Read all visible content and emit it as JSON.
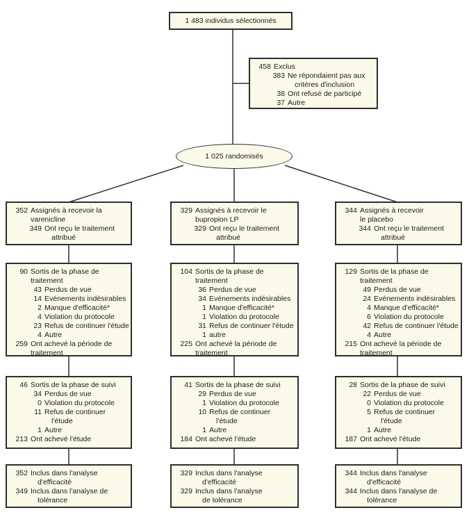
{
  "colors": {
    "box_bg": "#fbfae8",
    "box_border": "#2e2e2e",
    "connector": "#2e2e2e",
    "text": "#1b1b1b"
  },
  "screened_box": {
    "label": "1 483 individus sélectionnés"
  },
  "excluded_box": {
    "lines": [
      {
        "n": "458",
        "t": "Exclus",
        "lvl": 0
      },
      {
        "n": "383",
        "t": "Ne répondaient pas aux",
        "lvl": 1
      },
      {
        "t": "critères d'inclusion",
        "lvl": 1,
        "cont": true,
        "ind": true
      },
      {
        "n": "38",
        "t": "Ont refusé de participé",
        "lvl": 1
      },
      {
        "n": "37",
        "t": "Autre",
        "lvl": 1
      }
    ]
  },
  "randomized_ellipse": {
    "label": "1 025 randomisés"
  },
  "columns": [
    {
      "id": "varenicline",
      "assigned": {
        "lines": [
          {
            "n": "352",
            "t": "Assignés à recevoir la",
            "lvl": 0
          },
          {
            "t": "varenicline",
            "lvl": 0,
            "cont": true
          },
          {
            "n": "349",
            "t": "Ont reçu le traitement",
            "lvl": 1
          },
          {
            "t": "attribué",
            "lvl": 1,
            "cont": true,
            "ind": true
          }
        ]
      },
      "treatment": {
        "lines": [
          {
            "n": "90",
            "t": "Sortis de la phase de",
            "lvl": 0
          },
          {
            "t": "traitement",
            "lvl": 0,
            "cont": true
          },
          {
            "n": "43",
            "t": "Perdus de vue",
            "lvl": 1
          },
          {
            "n": "14",
            "t": "Evénements indésirables",
            "lvl": 1
          },
          {
            "n": "2",
            "t": "Manque d'efficacité*",
            "lvl": 1
          },
          {
            "n": "4",
            "t": "Violation du protocole",
            "lvl": 1
          },
          {
            "n": "23",
            "t": "Refus de continuer l'étude",
            "lvl": 1
          },
          {
            "n": "4",
            "t": "Autre",
            "lvl": 1
          },
          {
            "n": "259",
            "t": "Ont achevé la période de",
            "lvl": 0
          },
          {
            "t": "traitement",
            "lvl": 0,
            "cont": true
          }
        ]
      },
      "followup": {
        "lines": [
          {
            "n": "46",
            "t": "Sortis de la phase de suivi",
            "lvl": 0
          },
          {
            "n": "34",
            "t": "Perdus de vue",
            "lvl": 1
          },
          {
            "n": "0",
            "t": "Violation du protocole",
            "lvl": 1
          },
          {
            "n": "11",
            "t": "Refus de continuer",
            "lvl": 1
          },
          {
            "t": "l'étude",
            "lvl": 1,
            "cont": true,
            "ind": true
          },
          {
            "n": "1",
            "t": "Autre",
            "lvl": 1
          },
          {
            "n": "213",
            "t": "Ont achevé l'étude",
            "lvl": 0
          }
        ]
      },
      "analysis": {
        "lines": [
          {
            "n": "352",
            "t": "Inclus dans l'analyse",
            "lvl": 0
          },
          {
            "t": "d'efficacité",
            "lvl": 0,
            "cont": true,
            "ind": true
          },
          {
            "n": "349",
            "t": "Inclus dans l'analyse de",
            "lvl": 0
          },
          {
            "t": "tolérance",
            "lvl": 0,
            "cont": true,
            "ind": true
          }
        ]
      }
    },
    {
      "id": "bupropion",
      "assigned": {
        "lines": [
          {
            "n": "329",
            "t": "Assignés à recevoir le",
            "lvl": 0
          },
          {
            "t": "bupropion LP",
            "lvl": 0,
            "cont": true
          },
          {
            "n": "329",
            "t": "Ont reçu le traitement",
            "lvl": 1
          },
          {
            "t": "attribué",
            "lvl": 1,
            "cont": true,
            "ind": true
          }
        ]
      },
      "treatment": {
        "lines": [
          {
            "n": "104",
            "t": "Sortis de la phase de",
            "lvl": 0
          },
          {
            "t": "traitement",
            "lvl": 0,
            "cont": true
          },
          {
            "n": "36",
            "t": "Perdus de vue",
            "lvl": 1
          },
          {
            "n": "34",
            "t": "Evénements indésirables",
            "lvl": 1
          },
          {
            "n": "1",
            "t": "Manque d'efficacité*",
            "lvl": 1
          },
          {
            "n": "1",
            "t": "Violation du protocole",
            "lvl": 1
          },
          {
            "n": "31",
            "t": "Refus de continuer l'étude",
            "lvl": 1
          },
          {
            "n": "1",
            "t": "autre",
            "lvl": 1
          },
          {
            "n": "225",
            "t": "Ont achevé la période de",
            "lvl": 0
          },
          {
            "t": "traitement",
            "lvl": 0,
            "cont": true
          }
        ]
      },
      "followup": {
        "lines": [
          {
            "n": "41",
            "t": "Sortis de la phase de suivi",
            "lvl": 0
          },
          {
            "n": "29",
            "t": "Perdus de vue",
            "lvl": 1
          },
          {
            "n": "1",
            "t": "Violation du protocole",
            "lvl": 1
          },
          {
            "n": "10",
            "t": "Refus de continuer",
            "lvl": 1
          },
          {
            "t": "l'étude",
            "lvl": 1,
            "cont": true,
            "ind": true
          },
          {
            "n": "1",
            "t": "Autre",
            "lvl": 1
          },
          {
            "n": "184",
            "t": "Ont achevé l'étude",
            "lvl": 0
          }
        ]
      },
      "analysis": {
        "lines": [
          {
            "n": "329",
            "t": "Inclus dans l'analyse",
            "lvl": 0
          },
          {
            "t": "d'efficacité",
            "lvl": 0,
            "cont": true,
            "ind": true
          },
          {
            "n": "329",
            "t": "Inclus dans l'analyse",
            "lvl": 0
          },
          {
            "t": "de tolérance",
            "lvl": 0,
            "cont": true,
            "ind": true
          }
        ]
      }
    },
    {
      "id": "placebo",
      "assigned": {
        "lines": [
          {
            "n": "344",
            "t": "Assignés à recevoir",
            "lvl": 0
          },
          {
            "t": "le placebo",
            "lvl": 0,
            "cont": true
          },
          {
            "n": "344",
            "t": "Ont reçu le traitement",
            "lvl": 1
          },
          {
            "t": "attribué",
            "lvl": 1,
            "cont": true,
            "ind": true
          }
        ]
      },
      "treatment": {
        "lines": [
          {
            "n": "129",
            "t": "Sortis de la phase de",
            "lvl": 0
          },
          {
            "t": "traitement",
            "lvl": 0,
            "cont": true
          },
          {
            "n": "49",
            "t": "Perdus de vue",
            "lvl": 1
          },
          {
            "n": "24",
            "t": "Evénements indésirables",
            "lvl": 1
          },
          {
            "n": "4",
            "t": "Manque d'efficacité*",
            "lvl": 1
          },
          {
            "n": "6",
            "t": "Violation du protocole",
            "lvl": 1
          },
          {
            "n": "42",
            "t": "Refus de continuer l'étude",
            "lvl": 1
          },
          {
            "n": "4",
            "t": "Autre",
            "lvl": 1
          },
          {
            "n": "215",
            "t": "Ont achevé la période de",
            "lvl": 0
          },
          {
            "t": "traitement",
            "lvl": 0,
            "cont": true
          }
        ]
      },
      "followup": {
        "lines": [
          {
            "n": "28",
            "t": "Sortis de la phase de suivi",
            "lvl": 0
          },
          {
            "n": "22",
            "t": "Perdus de vue",
            "lvl": 1
          },
          {
            "n": "0",
            "t": "Violation du protocole",
            "lvl": 1
          },
          {
            "n": "5",
            "t": "Refus de continuer",
            "lvl": 1
          },
          {
            "t": "l'étude",
            "lvl": 1,
            "cont": true,
            "ind": true
          },
          {
            "n": "1",
            "t": "Autre",
            "lvl": 1
          },
          {
            "n": "187",
            "t": "Ont achevé l'étude",
            "lvl": 0
          }
        ]
      },
      "analysis": {
        "lines": [
          {
            "n": "344",
            "t": "Inclus dans l'analyse",
            "lvl": 0
          },
          {
            "t": "d'efficacité",
            "lvl": 0,
            "cont": true,
            "ind": true
          },
          {
            "n": "344",
            "t": "Inclus dans l'analyse de",
            "lvl": 0
          },
          {
            "t": "tolérance",
            "lvl": 0,
            "cont": true,
            "ind": true
          }
        ]
      }
    }
  ]
}
